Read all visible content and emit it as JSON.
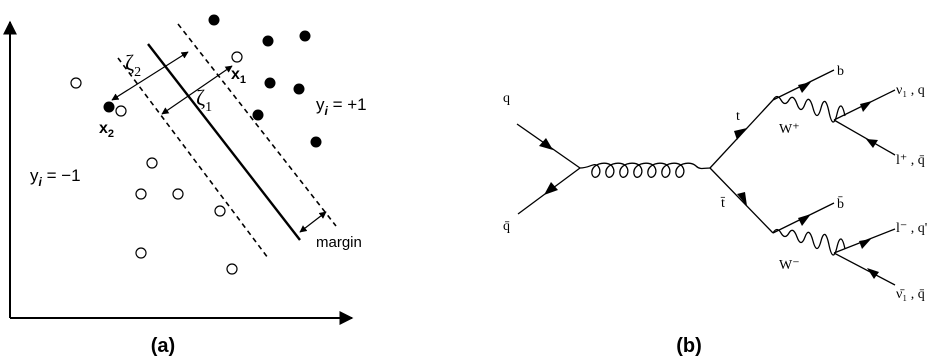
{
  "panel_a": {
    "caption": "(a)",
    "label_x1": "x",
    "label_x1_sub": "1",
    "label_x2": "x",
    "label_x2_sub": "2",
    "label_zeta1": "ζ",
    "label_zeta1_sub": "1",
    "label_zeta2": "ζ",
    "label_zeta2_sub": "2",
    "label_y_pos": "y",
    "label_y_pos_sub": "i",
    "label_y_pos_val": " = +1",
    "label_y_neg": "y",
    "label_y_neg_sub": "i",
    "label_y_neg_val": " = −1",
    "label_margin": "margin"
  },
  "panel_b": {
    "caption": "(b)",
    "q": "q",
    "qbar": "q̄",
    "t": "t",
    "tbar": "t̄",
    "b": "b",
    "bbar": "b̄",
    "Wplus": "W⁺",
    "Wminus": "W⁻",
    "nu1_q": "ν₁ , q",
    "lplus_qbar": "l⁺ , q̄",
    "lminus_qprime": "l⁻ , q'",
    "nubar1_qbar": "ν̄₁ , q̄"
  }
}
